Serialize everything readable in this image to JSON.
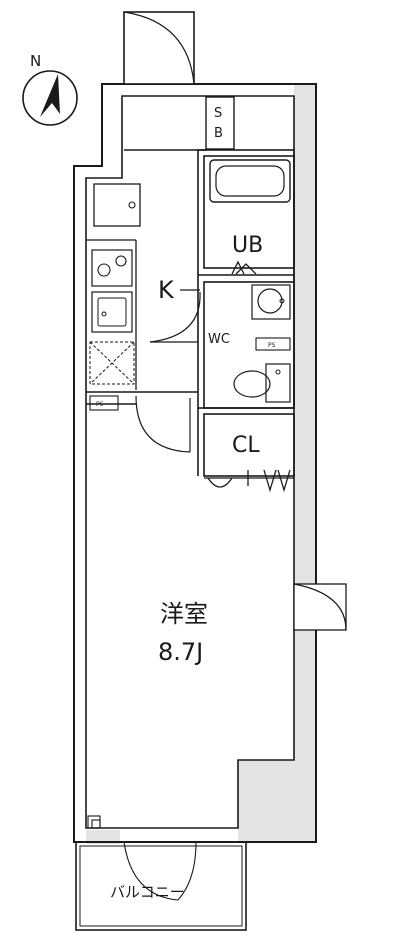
{
  "compass": {
    "letter": "N",
    "icon": "north-arrow-icon"
  },
  "rooms": {
    "shoe_box": "S\nB",
    "unit_bath": "UB",
    "kitchen": "K",
    "toilet": "WC",
    "closet": "CL",
    "western_room": {
      "name": "洋室",
      "size": "8.7J"
    },
    "balcony": "バルコニー"
  },
  "small_marks": {
    "pipe_space_kitchen": "PS",
    "pipe_space_wc": "PS"
  },
  "colors": {
    "line": "#1a1a1a",
    "wall_fill": "#e3e3e3",
    "background": "#ffffff"
  }
}
